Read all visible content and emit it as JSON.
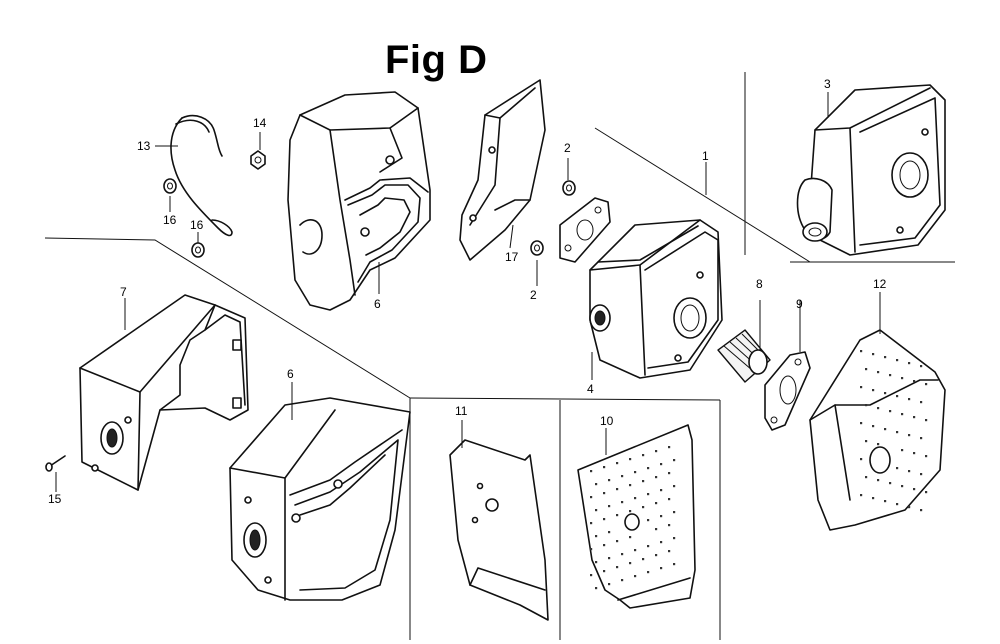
{
  "figure": {
    "title": "Fig D"
  },
  "callouts": {
    "c1": "1",
    "c2a": "2",
    "c2b": "2",
    "c3": "3",
    "c4": "4",
    "c6a": "6",
    "c6b": "6",
    "c7": "7",
    "c8": "8",
    "c9": "9",
    "c10": "10",
    "c11": "11",
    "c12": "12",
    "c13": "13",
    "c14": "14",
    "c15": "15",
    "c16a": "16",
    "c16b": "16",
    "c17": "17"
  }
}
